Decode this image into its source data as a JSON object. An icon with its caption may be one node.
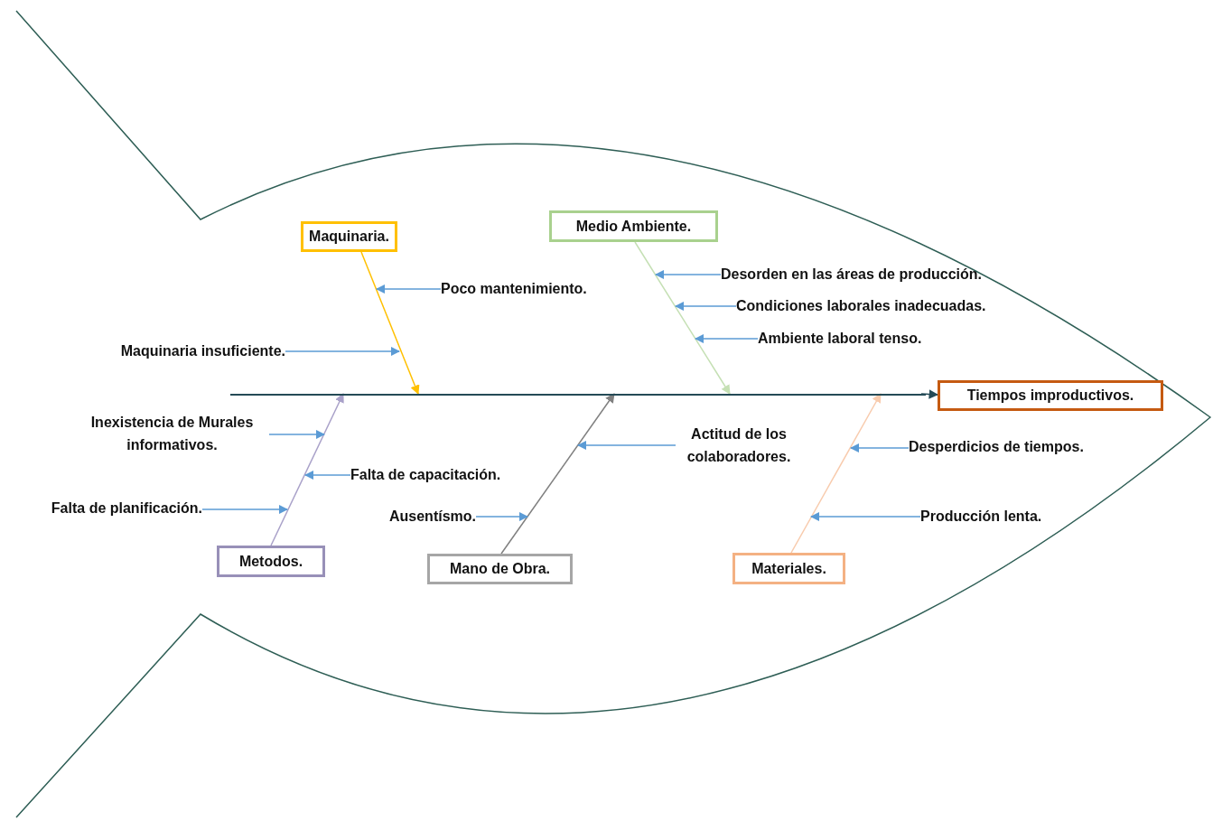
{
  "diagram": {
    "nodes": [
      {
        "text": [
          "Maquinaria."
        ]
      },
      {
        "text": [
          "Medio Ambiente."
        ]
      },
      {
        "text": [
          "Tiempos improductivos."
        ]
      },
      {
        "text": [
          "Metodos."
        ]
      },
      {
        "text": [
          "Mano de Obra."
        ]
      },
      {
        "text": [
          "Materiales."
        ]
      },
      {
        "text": [
          "Poco mantenimiento."
        ]
      },
      {
        "text": [
          "Maquinaria insuficiente."
        ]
      },
      {
        "text": [
          "Desorden en las áreas de producción."
        ]
      },
      {
        "text": [
          "Condiciones laborales inadecuadas."
        ]
      },
      {
        "text": [
          "Ambiente laboral tenso."
        ]
      },
      {
        "text": [
          "Inexistencia de Murales informativos."
        ]
      },
      {
        "text": [
          "Falta de capacitación."
        ]
      },
      {
        "text": [
          "Falta de planificación."
        ]
      },
      {
        "text": [
          "Actitud de los colaboradores."
        ]
      },
      {
        "text": [
          "Ausentísmo."
        ]
      },
      {
        "text": [
          "Desperdicios de tiempos."
        ]
      },
      {
        "text": [
          "Producción lenta."
        ]
      },
      {
        "text": [],
        "shape": "bar"
      }
    ],
    "edges": [
      {
        "from": 18,
        "to": 2,
        "arrow": "to",
        "color": "#244a56"
      },
      {
        "from": 0,
        "to": 18,
        "arrow": "to",
        "color": "#ffc000"
      },
      {
        "from": 1,
        "to": 18,
        "arrow": "to",
        "color": "#c5e0b4"
      },
      {
        "from": 3,
        "to": 18,
        "arrow": "to",
        "color": "#a9a1c9"
      },
      {
        "from": 4,
        "to": 18,
        "arrow": "to",
        "color": "#808080"
      },
      {
        "from": 5,
        "to": 18,
        "arrow": "to",
        "color": "#f8cbad"
      },
      {
        "from": 6,
        "to": null,
        "arrow": "to"
      },
      {
        "from": 7,
        "to": null,
        "arrow": "to"
      },
      {
        "from": 8,
        "to": null,
        "arrow": "to"
      },
      {
        "from": 9,
        "to": null,
        "arrow": "to"
      },
      {
        "from": 10,
        "to": null,
        "arrow": "to"
      },
      {
        "from": 11,
        "to": null,
        "arrow": "to"
      },
      {
        "from": 12,
        "to": null,
        "arrow": "to"
      },
      {
        "from": 13,
        "to": null,
        "arrow": "to"
      },
      {
        "from": 14,
        "to": null,
        "arrow": "to"
      },
      {
        "from": 15,
        "to": null,
        "arrow": "to"
      },
      {
        "from": 16,
        "to": null,
        "arrow": "to"
      },
      {
        "from": 17,
        "to": null,
        "arrow": "to"
      }
    ]
  }
}
